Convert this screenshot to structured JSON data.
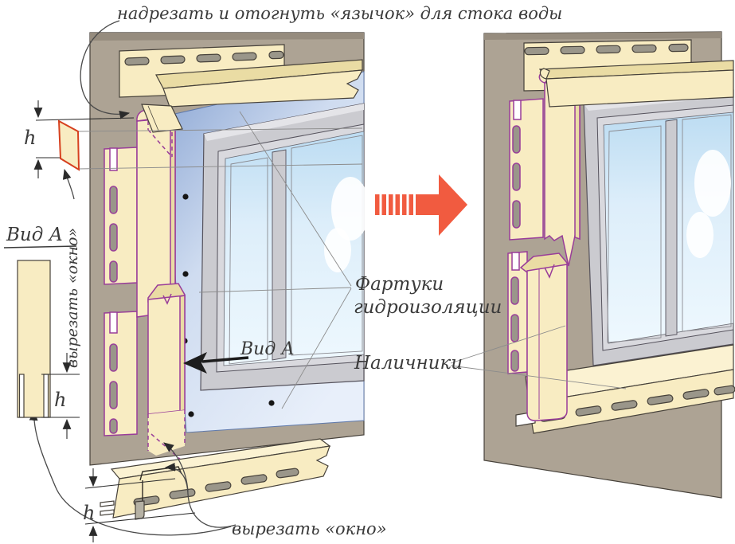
{
  "title": "Схема установки наличников и фартуков гидроизоляции вокруг окна (сайдинг)",
  "labels": {
    "top_note": "надрезать и отогнуть «язычок» для стока воды",
    "view_a_legend": "Вид А",
    "view_a_arrow": "Вид А",
    "cut_window_vertical": "вырезать «окно»",
    "cut_window_bottom": "вырезать «окно»",
    "aprons_line1": "Фартуки",
    "aprons_line2": "гидроизоляции",
    "casings": "Наличники",
    "dim_h_top": "h",
    "dim_h_mid": "h",
    "dim_h_bottom": "h"
  },
  "colors": {
    "wall": "#ada394",
    "wallEdge": "#968c7e",
    "outline": "#46413a",
    "cream": "#f8ecc2",
    "creamShade": "#eadca4",
    "creamLite": "#fbf2d2",
    "slot": "#9a968a",
    "purple": "#993d99",
    "blueDark": "#7d99cb",
    "blueLight": "#e9f0fa",
    "glassBlue": "#bcdcf2",
    "glassLight": "#eef8fe",
    "frame": "#cbcbd0",
    "frameLight": "#e4e4e8",
    "frameInner": "#d9d9de",
    "orange": "#f15b40",
    "red": "#d6401f",
    "text": "#3a3a3a"
  }
}
